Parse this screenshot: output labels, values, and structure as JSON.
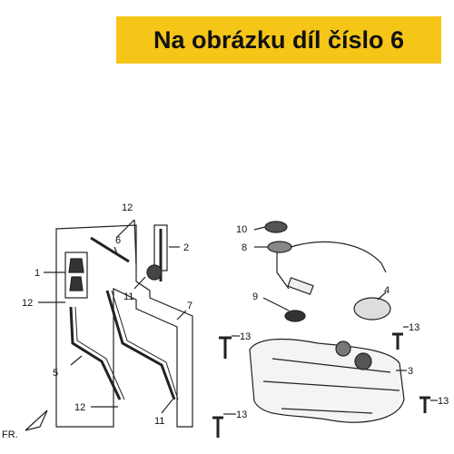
{
  "banner": {
    "text": "Na obrázku díl číslo 6",
    "bg_color": "#f5c518"
  },
  "diagram": {
    "callouts": {
      "c1": "1",
      "c2": "2",
      "c3": "3",
      "c4": "4",
      "c5": "5",
      "c6": "6",
      "c7": "7",
      "c8": "8",
      "c9": "9",
      "c10": "10",
      "c11a": "11",
      "c11b": "11",
      "c12a": "12",
      "c12b": "12",
      "c12c": "12",
      "c13a": "13",
      "c13b": "13",
      "c13c": "13",
      "c13d": "13"
    },
    "direction_label": "FR."
  }
}
